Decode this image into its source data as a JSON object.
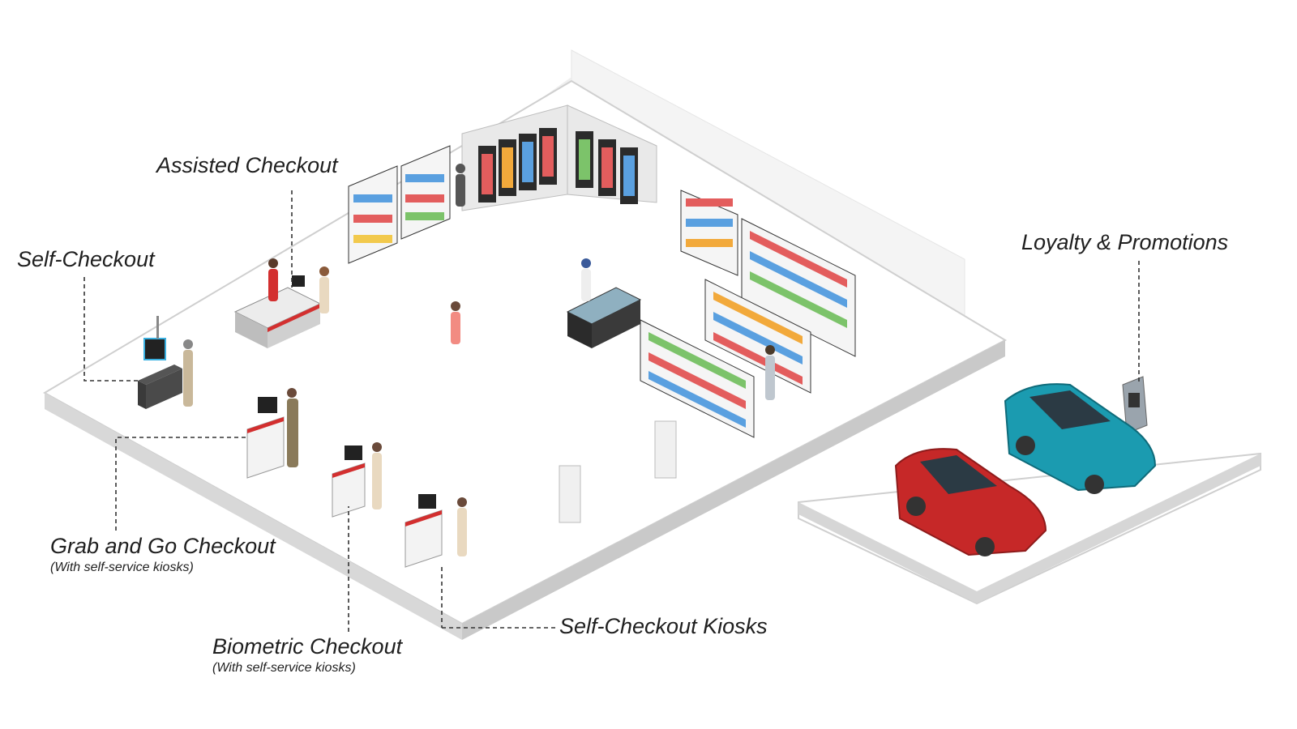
{
  "labels": {
    "assisted_checkout": "Assisted Checkout",
    "self_checkout": "Self-Checkout",
    "loyalty_promotions": "Loyalty & Promotions",
    "grab_and_go": "Grab and Go Checkout",
    "grab_and_go_sub": "(With self-service kiosks)",
    "biometric": "Biometric Checkout",
    "biometric_sub": "(With self-service kiosks)",
    "self_checkout_kiosks": "Self-Checkout Kiosks"
  },
  "colors": {
    "floor": "#ffffff",
    "floor_edge": "#d9d9d9",
    "wall": "#f2f2f2",
    "shelf_dark": "#2b2b2b",
    "accent_red": "#d32f2f",
    "car_red": "#c62828",
    "car_teal": "#1b9bb0",
    "kiosk_grey": "#9aa4ad"
  }
}
